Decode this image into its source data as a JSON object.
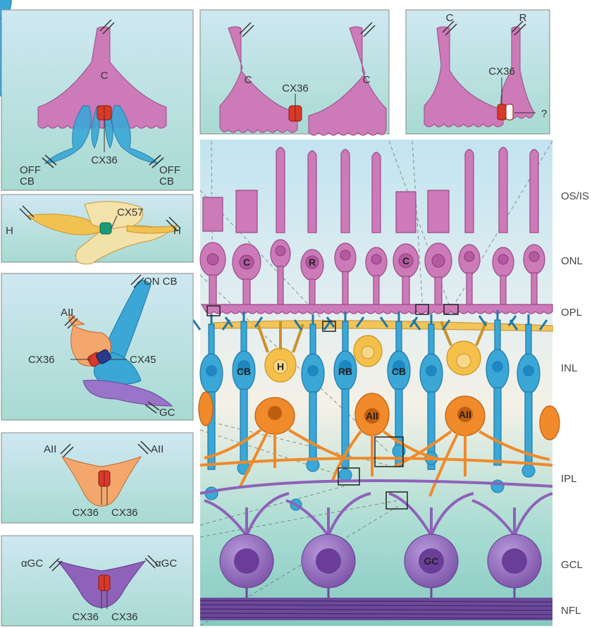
{
  "layers": [
    "OS/IS",
    "ONL",
    "OPL",
    "INL",
    "IPL",
    "GCL",
    "NFL"
  ],
  "cells": {
    "cone": "C",
    "rod": "R",
    "cone_bipolar": "CB",
    "horizontal": "H",
    "rod_bipolar": "RB",
    "aii_amacrine": "AII",
    "ganglion": "GC"
  },
  "insets": {
    "cone_cone": {
      "left_cell": "C",
      "right_cell": "C",
      "connexin": "CX36"
    },
    "cone_rod": {
      "cone": "C",
      "rod": "R",
      "connexin": "CX36",
      "unknown": "?"
    },
    "cone_offcb": {
      "cell": "C",
      "connexin": "CX36",
      "left_line1": "OFF",
      "left_line2": "CB",
      "right_line1": "OFF",
      "right_line2": "CB"
    },
    "horizontal": {
      "left_cell": "H",
      "right_cell": "H",
      "connexin": "CX57"
    },
    "aii_oncb": {
      "aii": "AII",
      "on_cb": "ON CB",
      "gc": "GC",
      "connexin_left": "CX36",
      "connexin_right": "CX45"
    },
    "aii_aii": {
      "left_cell": "AII",
      "right_cell": "AII",
      "connexin_left": "CX36",
      "connexin_right": "CX36"
    },
    "agc_agc": {
      "left_cell": "αGC",
      "right_cell": "αGC",
      "connexin_left": "CX36",
      "connexin_right": "CX36"
    }
  },
  "colors": {
    "photoreceptor": "#cc7ab8",
    "bipolar": "#3aa7d6",
    "horizontal": "#f4c04a",
    "amacrine": "#f08a2a",
    "ganglion": "#8e62b8",
    "gap_junction": "#d63a2a",
    "cx57": "#1a9a7a",
    "background_top": "#c5e6f0",
    "background_bottom": "#8fd0c8"
  }
}
